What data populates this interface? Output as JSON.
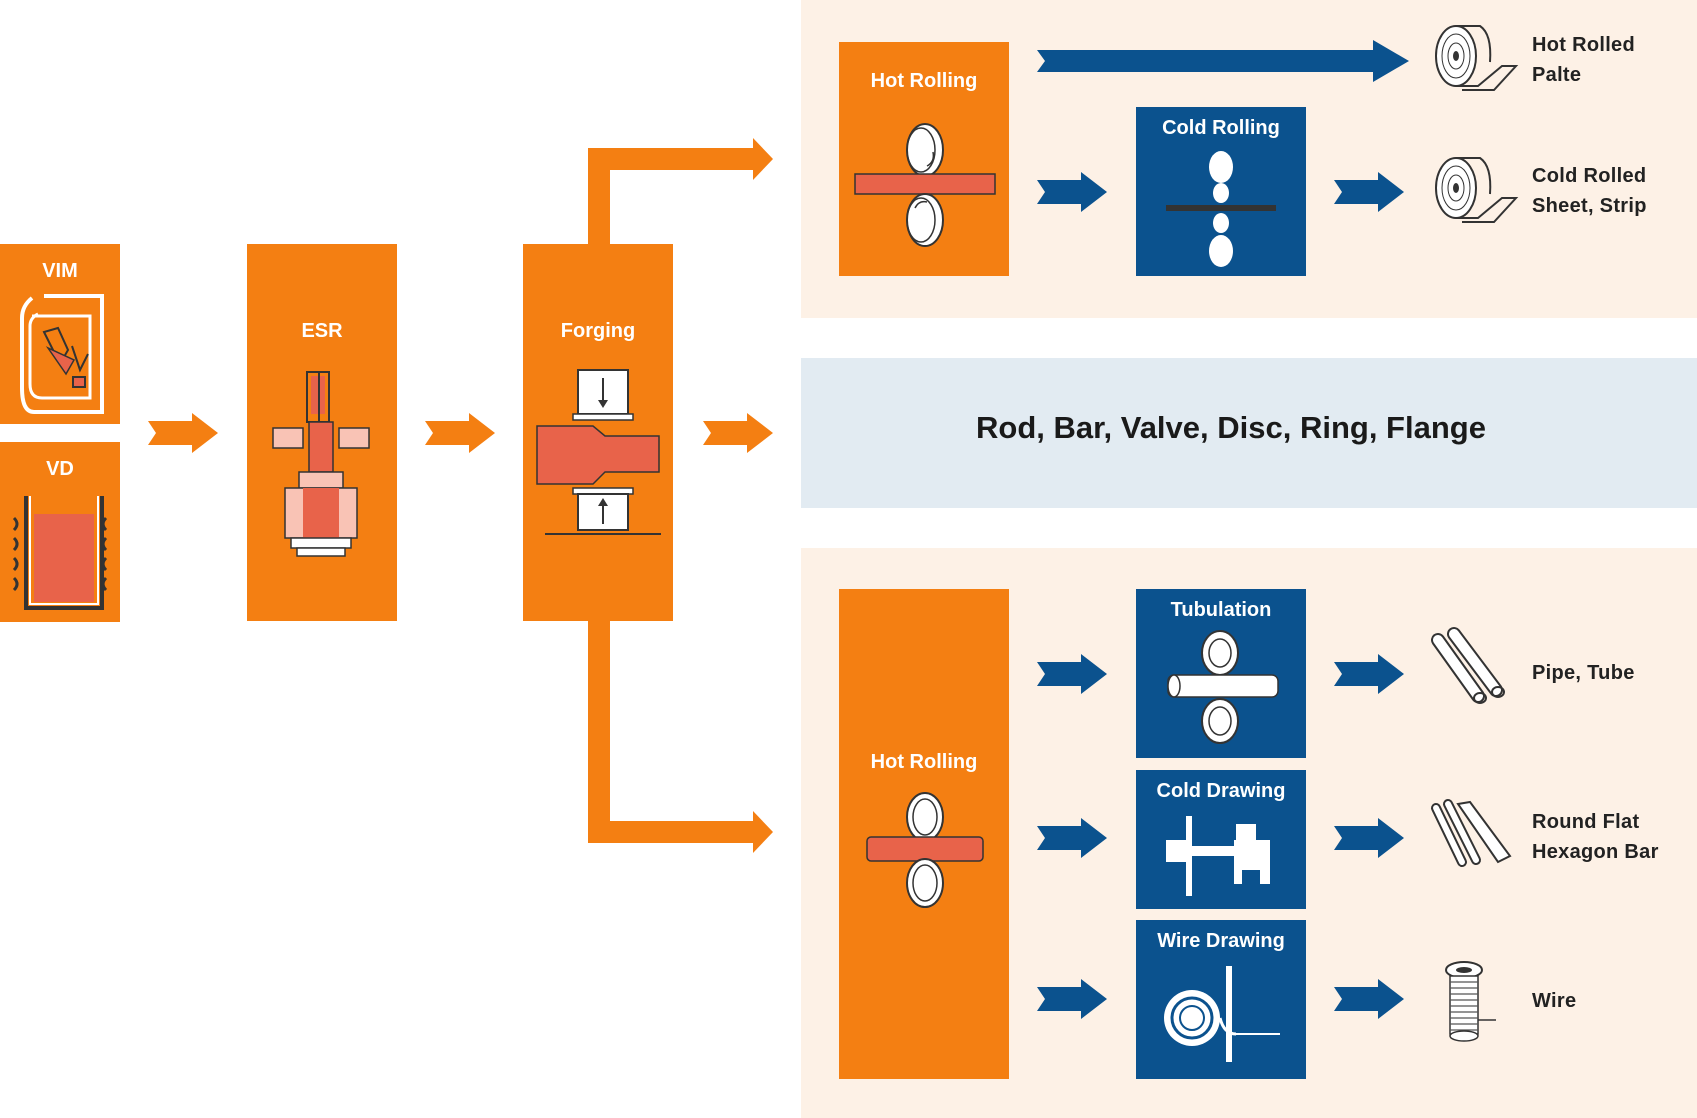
{
  "colors": {
    "orange": "#f47f12",
    "navy": "#0b528e",
    "peach_panel": "#fdf1e6",
    "blue_panel": "#e2ebf2",
    "salmon": "#e8634a"
  },
  "stages": {
    "vim": "VIM",
    "vd": "VD",
    "esr": "ESR",
    "forging": "Forging"
  },
  "top_branch": {
    "hot_rolling": "Hot Rolling",
    "cold_rolling": "Cold Rolling",
    "products": {
      "hot_rolled": [
        "Hot Rolled",
        "Palte"
      ],
      "cold_rolled": [
        "Cold Rolled",
        "Sheet, Strip"
      ]
    }
  },
  "middle_branch": {
    "products": "Rod, Bar, Valve, Disc, Ring, Flange"
  },
  "bottom_branch": {
    "hot_rolling": "Hot Rolling",
    "tubulation": "Tubulation",
    "cold_drawing": "Cold Drawing",
    "wire_drawing": "Wire Drawing",
    "products": {
      "pipe": "Pipe, Tube",
      "bar": [
        "Round Flat",
        "Hexagon Bar"
      ],
      "wire": "Wire"
    }
  },
  "icons": {
    "vim": "vim-furnace-icon",
    "vd": "vd-vessel-icon",
    "esr": "esr-remelting-icon",
    "forging": "forging-press-icon",
    "hot_rolling_top": "rolling-mill-icon",
    "cold_rolling": "cold-rolling-mill-icon",
    "hot_rolling_bottom": "rolling-mill-icon",
    "tubulation": "tube-mill-icon",
    "cold_drawing": "drawing-die-icon",
    "wire_drawing": "wire-drawing-icon",
    "coil_plate": "coil-plate-icon",
    "coil_sheet": "coil-sheet-icon",
    "pipes": "pipes-icon",
    "bars": "bars-icon",
    "wire_spool": "wire-spool-icon"
  }
}
